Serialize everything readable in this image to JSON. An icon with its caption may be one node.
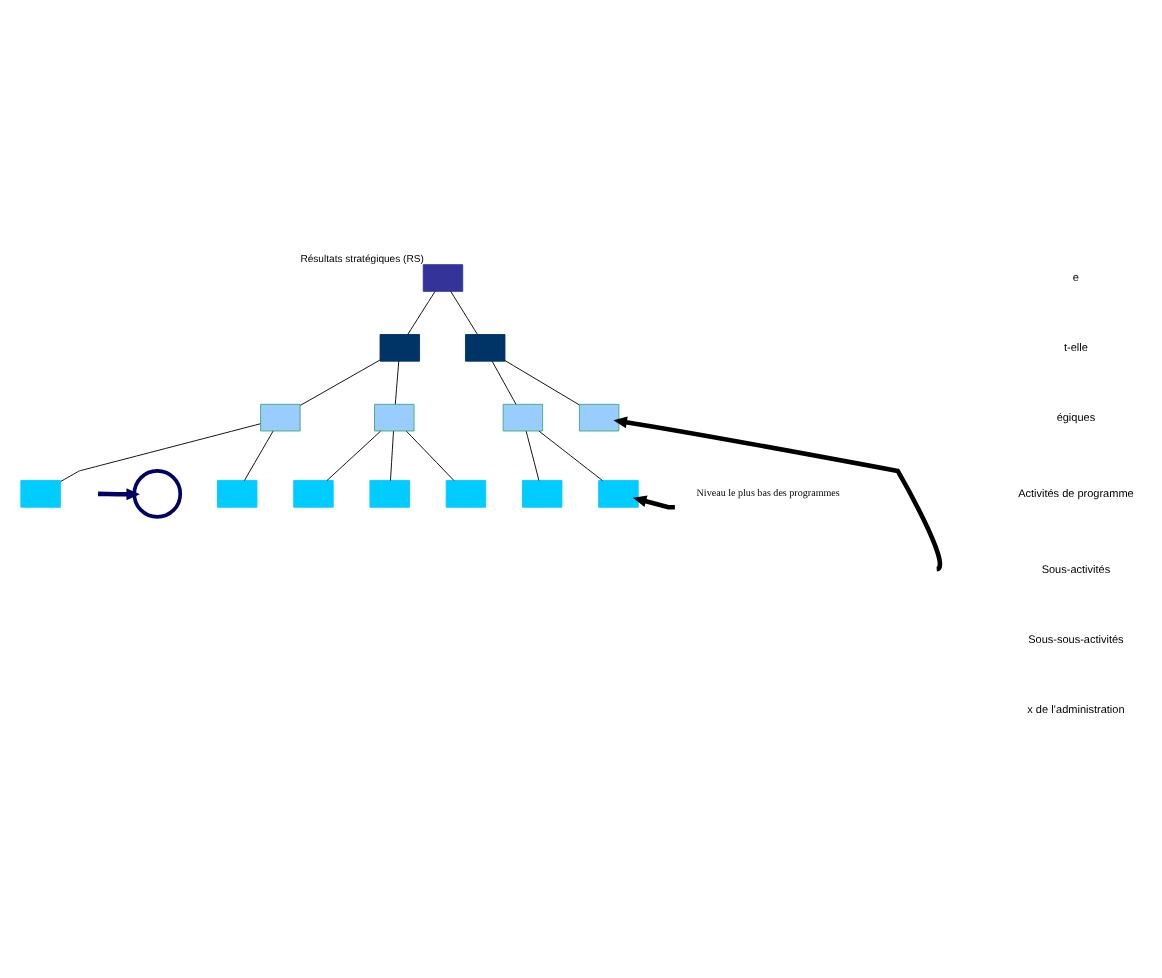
{
  "diagram": {
    "nodes": [
      {
        "text": [],
        "shape": "box",
        "beside": [
          "Résultats stratégiques (RS)"
        ]
      },
      {
        "text": [],
        "shape": "box"
      },
      {
        "text": [],
        "shape": "box"
      },
      {
        "text": [],
        "shape": "box"
      },
      {
        "text": [],
        "shape": "box"
      },
      {
        "text": [],
        "shape": "box"
      },
      {
        "text": [],
        "shape": "box"
      },
      {
        "text": [],
        "shape": "box"
      },
      {
        "text": [],
        "shape": "box"
      },
      {
        "text": [],
        "shape": "box"
      },
      {
        "text": [],
        "shape": "box"
      },
      {
        "text": [],
        "shape": "box"
      },
      {
        "text": [],
        "shape": "box"
      },
      {
        "text": [],
        "shape": "box"
      },
      {
        "text": [],
        "shape": "circle"
      },
      {
        "text": [
          "Niveau le plus bas des programmes"
        ]
      }
    ],
    "edges": [
      {
        "from": 0,
        "to": 1,
        "arrow": "none"
      },
      {
        "from": 0,
        "to": 2,
        "arrow": "none"
      },
      {
        "from": 1,
        "to": 3,
        "arrow": "none"
      },
      {
        "from": 1,
        "to": 4,
        "arrow": "none"
      },
      {
        "from": 2,
        "to": 5,
        "arrow": "none"
      },
      {
        "from": 2,
        "to": 6,
        "arrow": "none"
      },
      {
        "from": 3,
        "to": 7,
        "arrow": "none"
      },
      {
        "from": 3,
        "to": 8,
        "arrow": "none"
      },
      {
        "from": 4,
        "to": 9,
        "arrow": "none"
      },
      {
        "from": 4,
        "to": 10,
        "arrow": "none"
      },
      {
        "from": 4,
        "to": 11,
        "arrow": "none"
      },
      {
        "from": 5,
        "to": 12,
        "arrow": "none"
      },
      {
        "from": 5,
        "to": 13,
        "arrow": "none"
      },
      {
        "from": null,
        "to": 14,
        "arrow": "to",
        "style": "thick",
        "color": "#000066"
      },
      {
        "from": null,
        "to": 6,
        "arrow": "to",
        "style": "thick"
      },
      {
        "from": 15,
        "to": 13,
        "arrow": "to",
        "style": "thick"
      }
    ],
    "labels": [
      "e",
      "t-elle",
      "égiques",
      "Activités de programme",
      "Sous-activités",
      "Sous-sous-activités",
      "x de l’administration"
    ]
  }
}
